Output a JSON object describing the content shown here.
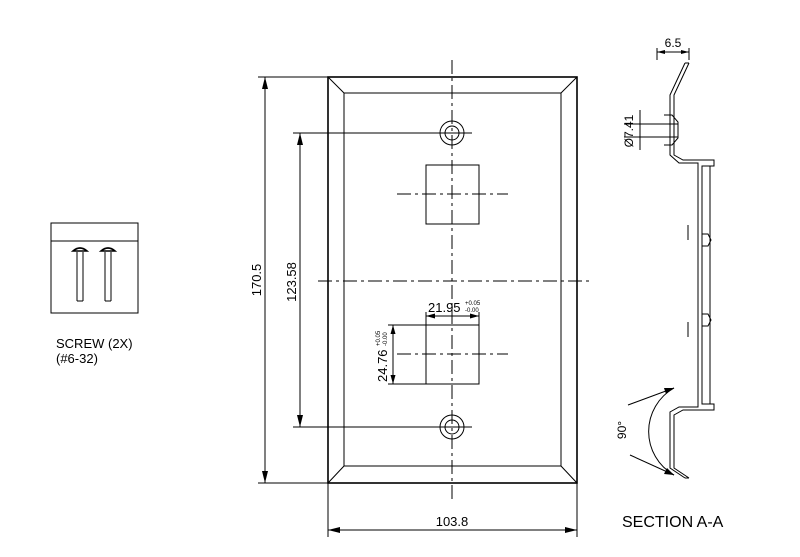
{
  "dimensions": {
    "overall_height": "170.5",
    "mounting_spacing": "123.58",
    "overall_width": "103.8",
    "cutout_width": "21.95",
    "cutout_width_tol_upper": "+0.05",
    "cutout_width_tol_lower": "-0.00",
    "cutout_height": "24.76",
    "cutout_height_tol_upper": "+0.05",
    "cutout_height_tol_lower": "-0.00",
    "section_thickness": "6.5",
    "hole_diameter": "Ø7.41",
    "bend_angle": "90°"
  },
  "labels": {
    "screw_line1": "SCREW (2X)",
    "screw_line2": "(#6-32)",
    "section": "SECTION A-A"
  }
}
